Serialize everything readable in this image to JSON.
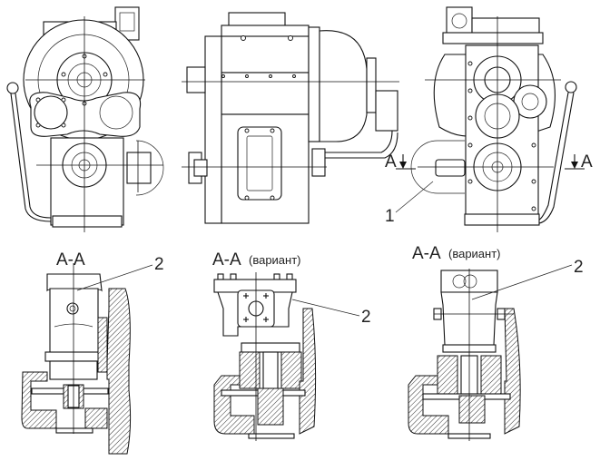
{
  "drawing": {
    "section_marker_left": "A",
    "section_marker_right": "A",
    "callout_1": "1",
    "sections": [
      {
        "title": "A-A",
        "suffix": "",
        "callout": "2"
      },
      {
        "title": "A-A",
        "suffix": "(вариант)",
        "callout": "2"
      },
      {
        "title": "A-A",
        "suffix": "(вариант)",
        "callout": "2"
      }
    ]
  },
  "colors": {
    "line": "#111111",
    "background": "#ffffff"
  }
}
